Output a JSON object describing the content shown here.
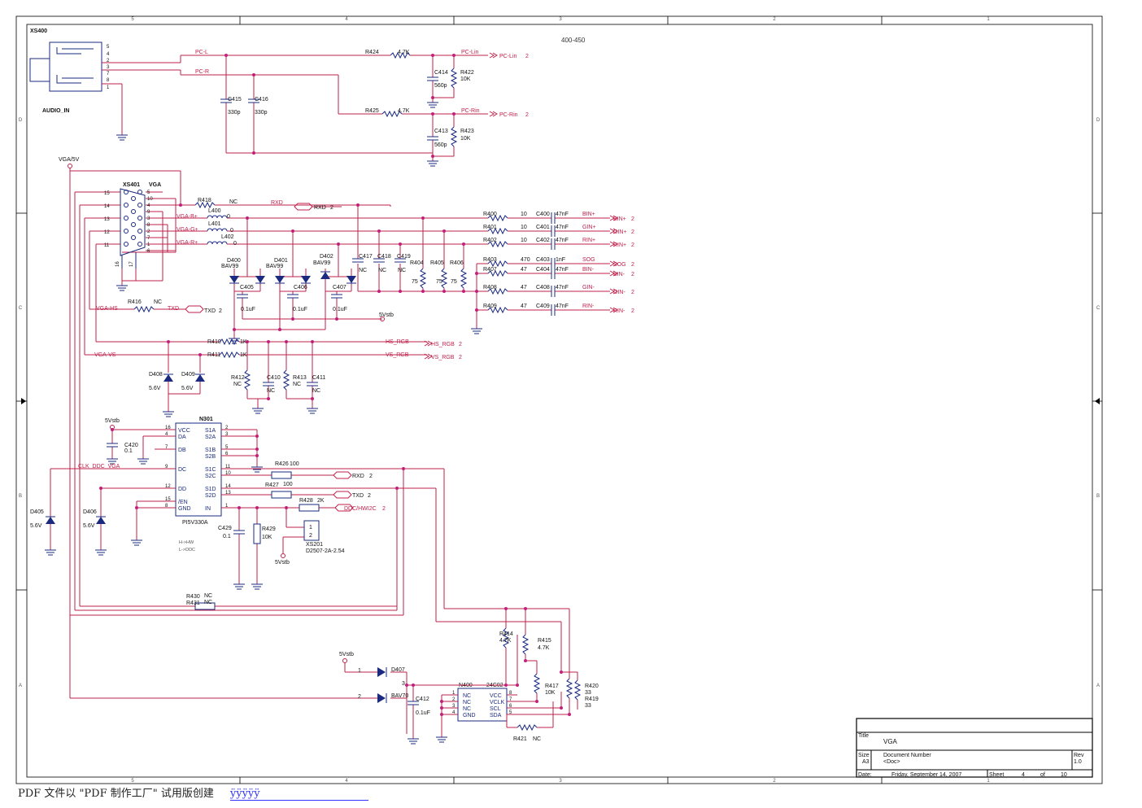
{
  "sheet": {
    "zone_cols": [
      "5",
      "4",
      "3",
      "2",
      "1"
    ],
    "zone_rows": [
      "D",
      "C",
      "B",
      "A"
    ],
    "model_range": "400-450",
    "colors": {
      "wire": "#c0204a",
      "part": "#1a2a80",
      "text": "#111111",
      "junction": "#c0207a",
      "net": "#c0204a",
      "frame": "#000000"
    }
  },
  "audio": {
    "connector_ref": "XS400",
    "connector_name": "AUDIO_IN",
    "pins": [
      "5",
      "4",
      "2",
      "3",
      "7",
      "8",
      "1"
    ],
    "net_l": "PC-L",
    "net_r": "PC-R",
    "r424": "R424",
    "r424_val": "4.7K",
    "r425": "R425",
    "r425_val": "4.7K",
    "c414": "C414",
    "c414_val": "560p",
    "r422": "R422",
    "r422_val": "10K",
    "c413": "C413",
    "c413_val": "560p",
    "r423": "R423",
    "r423_val": "10K",
    "c415": "C415",
    "c415_val": "330p",
    "c416": "C416",
    "c416_val": "330p",
    "out_lin": "PC-Lin",
    "off_lin": "PC-Lin",
    "sheet_lin": "2",
    "out_rin": "PC-Rin",
    "off_rin": "PC-Rin",
    "sheet_rin": "2"
  },
  "vga": {
    "supply": "VGA/5V",
    "connector_ref": "XS401",
    "connector_name": "VGA",
    "left_pins": [
      "15",
      "14",
      "13",
      "12",
      "11"
    ],
    "right_pins": [
      "5",
      "10",
      "4",
      "9",
      "3",
      "8",
      "2",
      "7",
      "1",
      "6"
    ],
    "bottom_pins": [
      "16",
      "17"
    ],
    "r418": "R418",
    "r418_val": "NC",
    "l400": "L400",
    "l400_val": "0",
    "l401": "L401",
    "l401_val": "0",
    "l402": "L402",
    "l402_val": "0",
    "net_b": "VGA-B+",
    "net_g": "VGA-G+",
    "net_r": "VGA-R+",
    "rxd": "RXD",
    "rxd_sheet": "2",
    "d400": "D400",
    "d401": "D401",
    "d402": "D402",
    "diode_type": "BAV99",
    "c405": "C405",
    "c406": "C406",
    "c407": "C407",
    "cap_01": "0.1uF",
    "c417": "C417",
    "c418": "C418",
    "c419": "C419",
    "nc": "NC",
    "r404": "R404",
    "r405": "R405",
    "r406": "R406",
    "r75": "75",
    "fivevstb": "5Vstb",
    "rgb_rows": [
      {
        "r": "R400",
        "rv": "10",
        "c": "C400",
        "cv": "47nF",
        "net": "BIN+",
        "port": "BIN+",
        "sheet": "2"
      },
      {
        "r": "R401",
        "rv": "10",
        "c": "C401",
        "cv": "47nF",
        "net": "GIN+",
        "port": "GIN+",
        "sheet": "2"
      },
      {
        "r": "R402",
        "rv": "10",
        "c": "C402",
        "cv": "47nF",
        "net": "RIN+",
        "port": "RIN+",
        "sheet": "2"
      },
      {
        "r": "R403",
        "rv": "470",
        "c": "C403",
        "cv": "1nF",
        "net": "SOG",
        "port": "SOG",
        "sheet": "2"
      },
      {
        "r": "R407",
        "rv": "47",
        "c": "C404",
        "cv": "47nF",
        "net": "BIN-",
        "port": "BIN-",
        "sheet": "2"
      },
      {
        "r": "R408",
        "rv": "47",
        "c": "C408",
        "cv": "47nF",
        "net": "GIN-",
        "port": "GIN-",
        "sheet": "2"
      },
      {
        "r": "R409",
        "rv": "47",
        "c": "C409",
        "cv": "47nF",
        "net": "RIN-",
        "port": "RIN-",
        "sheet": "2"
      }
    ],
    "vga_hs": "VGA-HS",
    "r416": "R416",
    "r416_val": "NC",
    "txd": "TXD",
    "txd_sheet": "2",
    "r410": "R410",
    "r410_val": "1K",
    "hs_net": "HS_RGB",
    "hs_port": "HS_RGB",
    "hs_sheet": "2",
    "vga_vs": "VGA-VS",
    "r411": "R411",
    "r411_val": "1K",
    "vs_net": "VS_RGB",
    "vs_port": "VS_RGB",
    "vs_sheet": "2",
    "d408": "D408",
    "d409": "D409",
    "zener": "5.6V",
    "r412": "R412",
    "c410": "C410",
    "r413": "R413",
    "c411": "C411"
  },
  "switch": {
    "ref": "N301",
    "part": "PI5V330A",
    "left_pins": [
      {
        "num": "16",
        "name": "VCC"
      },
      {
        "num": "4",
        "name": "DA"
      },
      {
        "num": "7",
        "name": "DB"
      },
      {
        "num": "9",
        "name": "DC"
      },
      {
        "num": "12",
        "name": "DD"
      },
      {
        "num": "15",
        "name": "/EN"
      },
      {
        "num": "8",
        "name": "GND"
      }
    ],
    "right_pins": [
      {
        "num": "2",
        "name": "S1A"
      },
      {
        "num": "3",
        "name": "S2A"
      },
      {
        "num": "5",
        "name": "S1B"
      },
      {
        "num": "6",
        "name": "S2B"
      },
      {
        "num": "11",
        "name": "S1C"
      },
      {
        "num": "10",
        "name": "S2C"
      },
      {
        "num": "14",
        "name": "S1D"
      },
      {
        "num": "13",
        "name": "S2D"
      },
      {
        "num": "1",
        "name": "IN"
      }
    ],
    "c420": "C420",
    "c420_val": "0.1",
    "clk_net": "CLK_DDC_VGA",
    "r426": "R426",
    "r426_val": "100",
    "rxd": "RXD",
    "rxd_sheet": "2",
    "r427": "R427",
    "r427_val": "100",
    "txd": "TXD",
    "txd_sheet": "2",
    "r428": "R428",
    "r428_val": "2K",
    "ddc_port": "DDC/HWI2C",
    "ddc_sheet": "2",
    "c429": "C429",
    "c429_val": "0.1",
    "r429": "R429",
    "r429_val": "10K",
    "xs201": "XS201",
    "xs201_part": "D2507-2A-2.54",
    "xs201_pins": [
      "1",
      "2"
    ],
    "note1": "H->HW",
    "note2": "L->DDC",
    "d405": "D405",
    "d406": "D406",
    "zener": "5.6V",
    "r430": "R430",
    "r430_val": "NC",
    "r431": "R431",
    "r431_val": "NC"
  },
  "eeprom": {
    "ref": "N400",
    "part": "24C02",
    "left_pins": [
      {
        "num": "1",
        "name": "NC"
      },
      {
        "num": "2",
        "name": "NC"
      },
      {
        "num": "3",
        "name": "NC"
      },
      {
        "num": "4",
        "name": "GND"
      }
    ],
    "right_pins": [
      {
        "num": "8",
        "name": "VCC"
      },
      {
        "num": "7",
        "name": "VCLK"
      },
      {
        "num": "6",
        "name": "SCL"
      },
      {
        "num": "5",
        "name": "SDA"
      }
    ],
    "d407": "D407",
    "d407_type": "BAV70",
    "d_pins": [
      "1",
      "2",
      "3"
    ],
    "c412": "C412",
    "c412_val": "0.1uF",
    "r414": "R414",
    "r414_val": "4.7K",
    "r415": "R415",
    "r415_val": "4.7K",
    "r417": "R417",
    "r417_val": "10K",
    "r420": "R420",
    "r420_val": "33",
    "r419": "R419",
    "r419_val": "33",
    "r421": "R421",
    "r421_val": "NC"
  },
  "title_block": {
    "title_label": "Title",
    "title": "VGA",
    "size_label": "Size",
    "size": "A3",
    "docnum_label": "Document Number",
    "docnum": "<Doc>",
    "rev_label": "Rev",
    "rev": "1.0",
    "date_label": "Date:",
    "date": "Friday, September 14, 2007",
    "sheet_label": "Sheet",
    "sheet": "4",
    "of_label": "of",
    "total": "10"
  },
  "footer": {
    "text": "PDF 文件以 \"PDF 制作工厂\" 试用版创建",
    "link": "ÿÿÿÿÿ"
  }
}
